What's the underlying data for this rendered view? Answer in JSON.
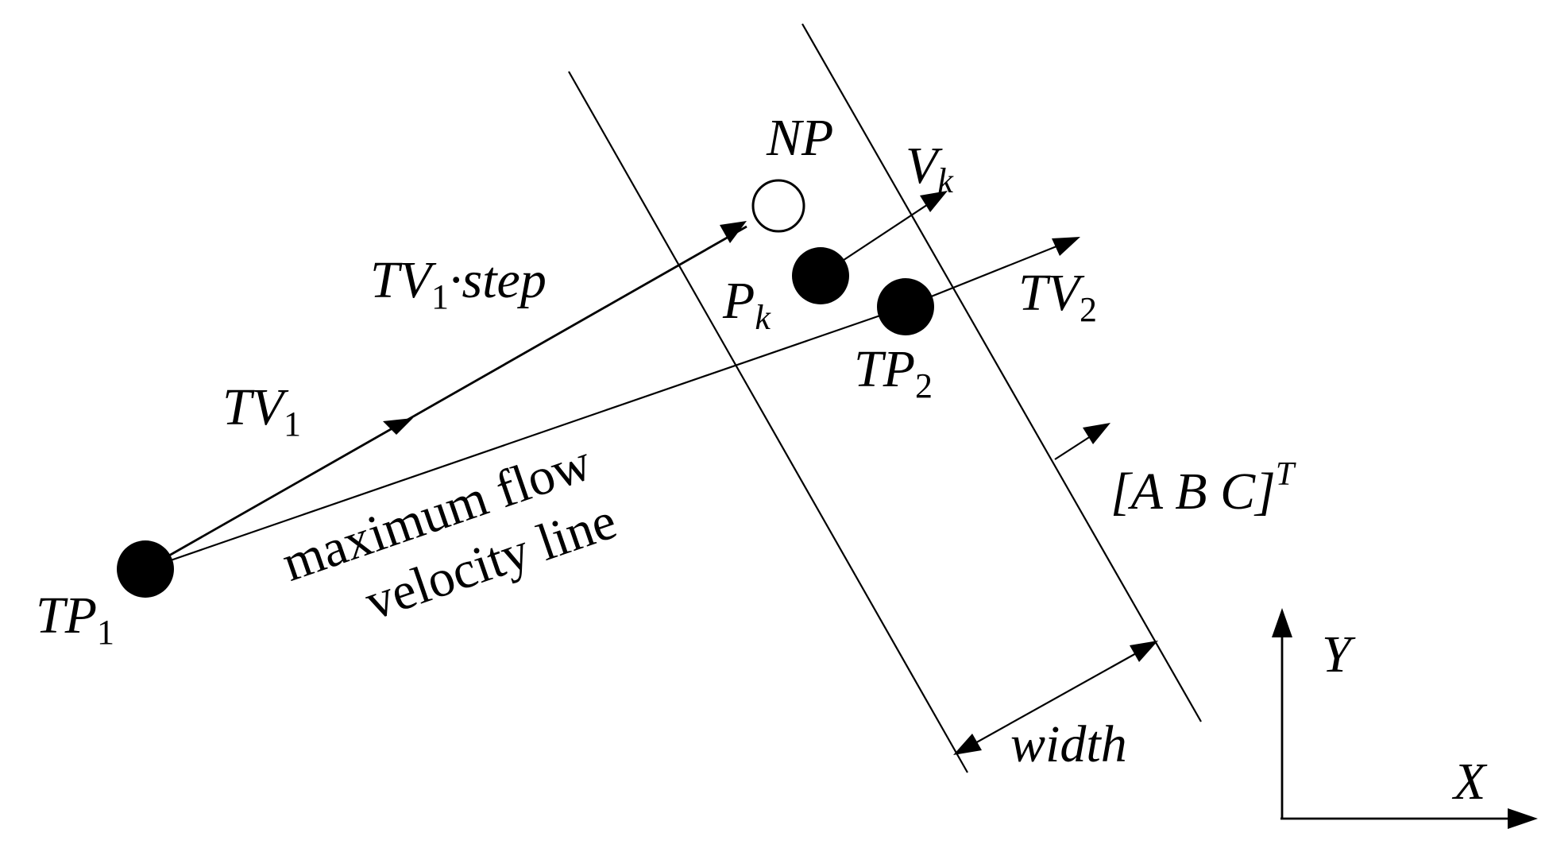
{
  "labels": {
    "np": "NP",
    "vk_main": "V",
    "vk_sub": "k",
    "tv1step_main": "TV",
    "tv1step_sub": "1",
    "tv1step_tail": "·step",
    "pk_main": "P",
    "pk_sub": "k",
    "tv2_main": "TV",
    "tv2_sub": "2",
    "tp2_main": "TP",
    "tp2_sub": "2",
    "tv1_main": "TV",
    "tv1_sub": "1",
    "abc_main": "[A B C]",
    "abc_sup": "T",
    "mfv_line1": "maximum flow",
    "mfv_line2": "velocity line",
    "tp1_main": "TP",
    "tp1_sub": "1",
    "width": "width",
    "axis_y": "Y",
    "axis_x": "X"
  }
}
